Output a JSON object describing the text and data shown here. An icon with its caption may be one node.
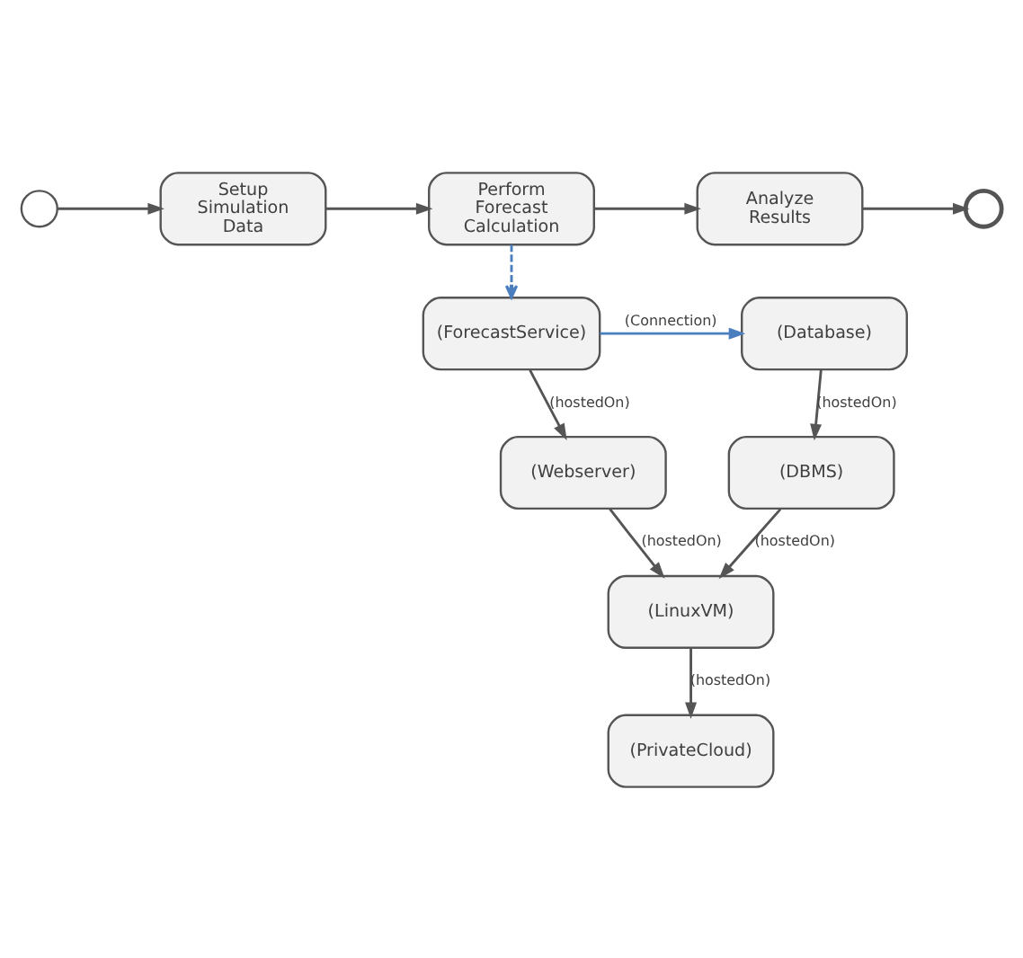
{
  "diagram": {
    "nodes": [
      {
        "text": [],
        "shape": "circle"
      },
      {
        "text": [
          "Setup Simulation Data"
        ]
      },
      {
        "text": [
          "Perform Forecast Calculation"
        ]
      },
      {
        "text": [
          "Analyze Results"
        ]
      },
      {
        "text": [],
        "shape": "circle"
      },
      {
        "text": [
          "(ForecastService)"
        ]
      },
      {
        "text": [
          "(Database)"
        ]
      },
      {
        "text": [
          "(Webserver)"
        ]
      },
      {
        "text": [
          "(DBMS)"
        ]
      },
      {
        "text": [
          "(LinuxVM)"
        ]
      },
      {
        "text": [
          "(PrivateCloud)"
        ]
      }
    ],
    "edges": [
      {
        "from": 0,
        "to": 1,
        "arrow": "to"
      },
      {
        "from": 1,
        "to": 2,
        "arrow": "to"
      },
      {
        "from": 2,
        "to": 3,
        "arrow": "to"
      },
      {
        "from": 3,
        "to": 4,
        "arrow": "to"
      },
      {
        "from": 2,
        "to": 5,
        "arrow": "to",
        "style": "dashed",
        "color": "#4a7ebf"
      },
      {
        "from": 5,
        "to": 6,
        "arrow": "to",
        "label": "(Connection)",
        "color": "#4a7ebf"
      },
      {
        "from": 5,
        "to": 7,
        "arrow": "to",
        "label": "(hostedOn)"
      },
      {
        "from": 6,
        "to": 8,
        "arrow": "to",
        "label": "(hostedOn)"
      },
      {
        "from": 7,
        "to": 9,
        "arrow": "to",
        "label": "(hostedOn)"
      },
      {
        "from": 8,
        "to": 9,
        "arrow": "to",
        "label": "(hostedOn)"
      },
      {
        "from": 9,
        "to": 10,
        "arrow": "to",
        "label": "(hostedOn)"
      }
    ]
  }
}
